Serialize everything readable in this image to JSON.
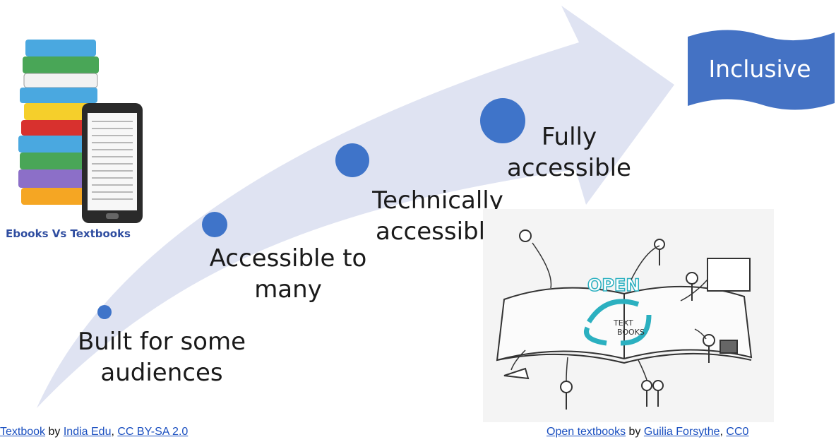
{
  "stages": [
    {
      "line1": "Built for some",
      "line2": "audiences"
    },
    {
      "line1": "Accessible to",
      "line2": "many"
    },
    {
      "line1": "Technically",
      "line2": "accessible"
    },
    {
      "line1": "Fully",
      "line2": "accessible"
    }
  ],
  "banner": {
    "label": "Inclusive"
  },
  "books_caption": "Ebooks Vs Textbooks",
  "credits": {
    "left": {
      "title": "Textbook",
      "by": "by",
      "author": "India Edu",
      "sep": ",",
      "license": "CC BY-SA 2.0"
    },
    "right": {
      "title": "Open textbooks",
      "by": "by",
      "author": "Guilia Forsythe",
      "sep": ",",
      "license": "CC0"
    }
  },
  "colors": {
    "arrow": "#dfe3f2",
    "dot": "#3f74c9",
    "banner": "#4472c4",
    "link": "#1a4fc0",
    "caption": "#2f4da0"
  },
  "icons": {
    "books_image": "ebooks-stack-icon",
    "sketch_image": "open-textbooks-sketch-icon"
  }
}
